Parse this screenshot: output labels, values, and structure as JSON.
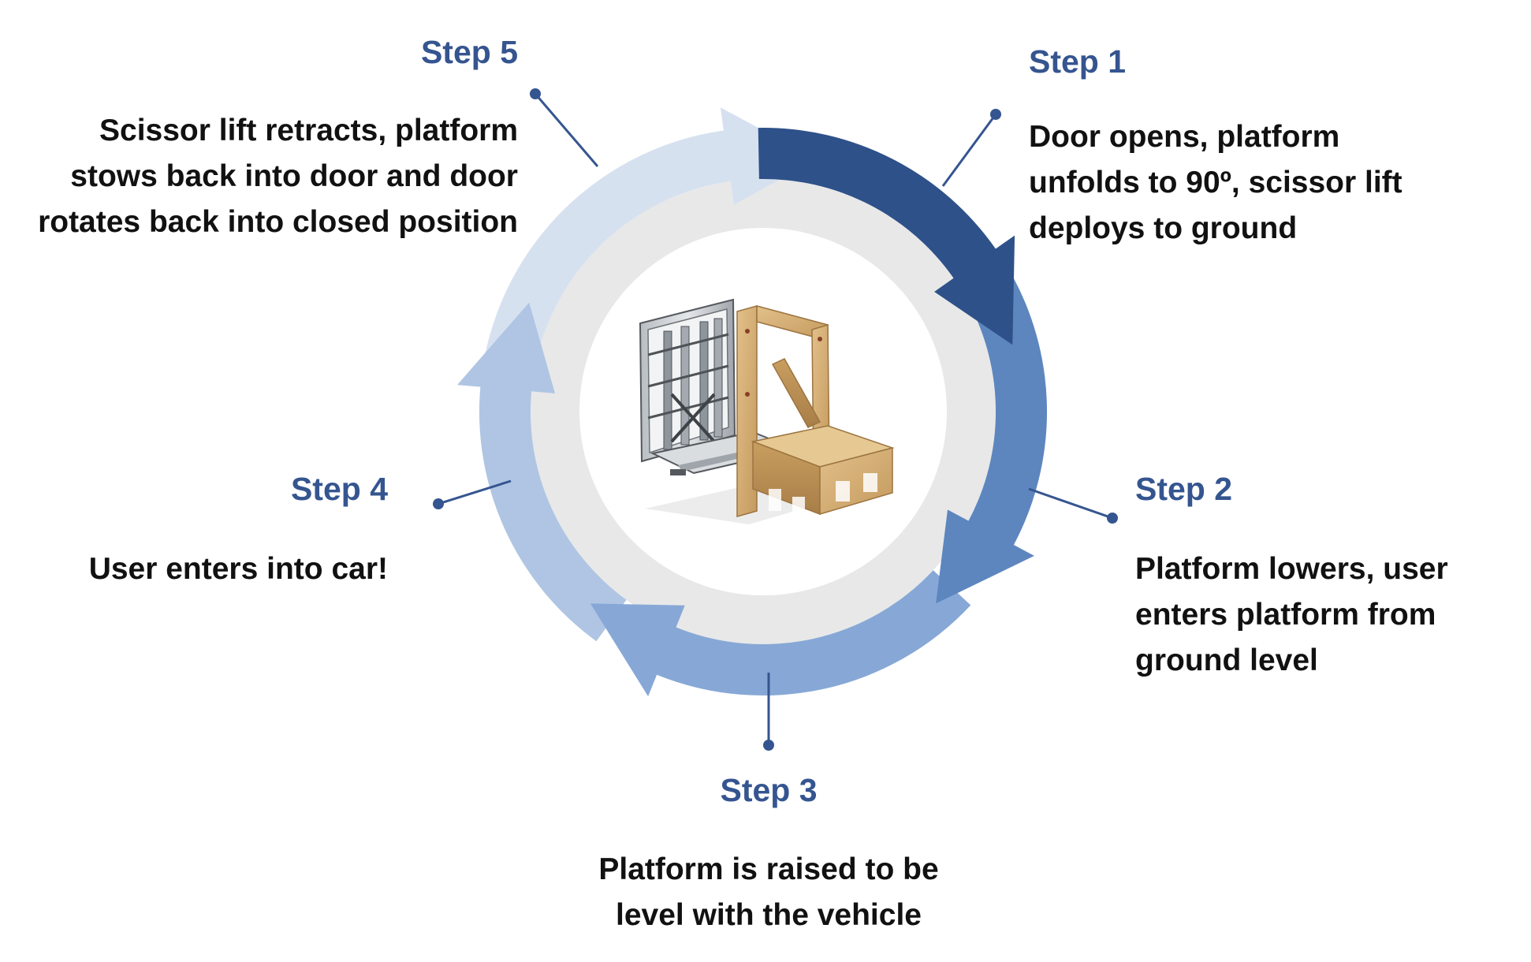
{
  "steps": [
    {
      "id": 1,
      "title": "Step 1",
      "lines": [
        "Door opens, platform",
        "unfolds to 90º, scissor lift",
        "deploys to ground"
      ]
    },
    {
      "id": 2,
      "title": "Step 2",
      "lines": [
        "Platform lowers, user",
        "enters platform from",
        "ground level"
      ]
    },
    {
      "id": 3,
      "title": "Step 3",
      "lines": [
        "Platform is raised to be",
        "level with the vehicle"
      ]
    },
    {
      "id": 4,
      "title": "Step 4",
      "lines": [
        "User enters into car!"
      ]
    },
    {
      "id": 5,
      "title": "Step 5",
      "lines": [
        "Scissor lift retracts, platform",
        "stows back into door and door",
        "rotates back into closed position"
      ]
    }
  ],
  "colors": {
    "title": "#355590",
    "text": "#111111",
    "arc_step1": "#2E5189",
    "arc_step2": "#5D86BF",
    "arc_step3": "#87A8D6",
    "arc_step4": "#AFC5E3",
    "arc_step5": "#D6E1F0",
    "inner_ring": "#E8E8E8",
    "connector": "#355590"
  },
  "center_image": "platform-lift-3d-render"
}
